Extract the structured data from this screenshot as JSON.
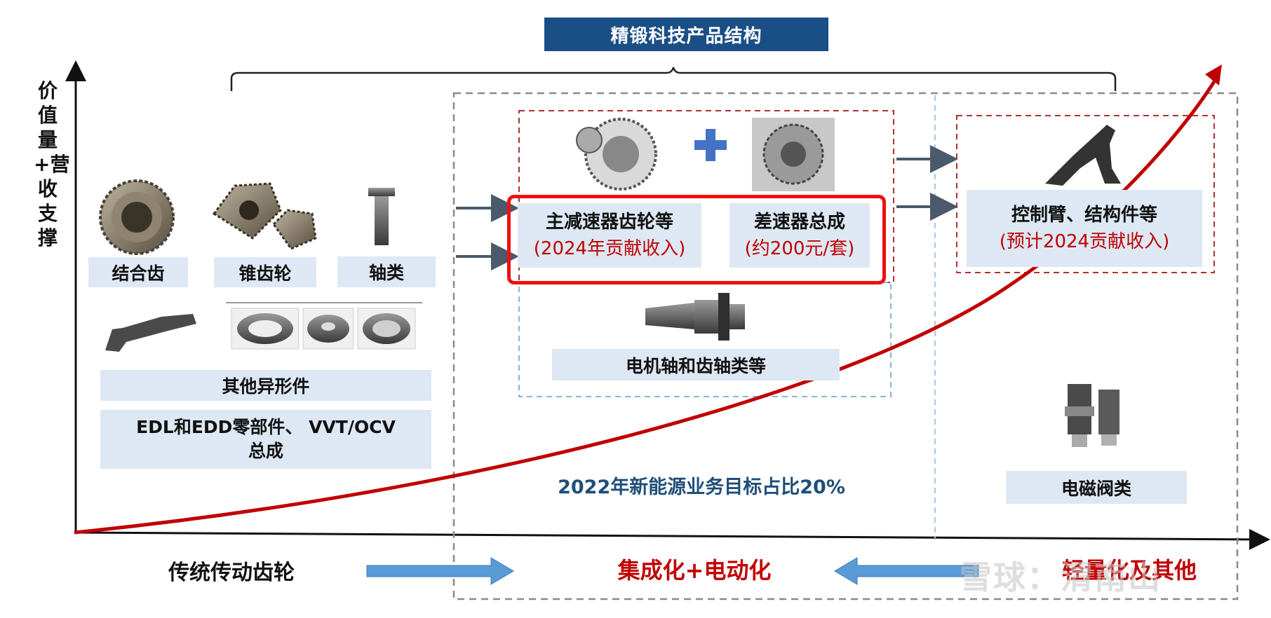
{
  "title": "精锻科技产品结构",
  "y_axis_label": "价值量+营收支撑",
  "left_products": {
    "jiehechi": "结合齿",
    "zhuichilun": "锥齿轮",
    "zhoulei": "轴类",
    "other_shaped": "其他异形件",
    "edl_line1": "EDL和EDD零部件、 VVT/OCV",
    "edl_line2": "总成"
  },
  "center_products": {
    "main_reducer": "主减速器齿轮等",
    "main_reducer_note": "(2024年贡献收入)",
    "differential": "差速器总成",
    "differential_note": "(约200元/套)",
    "motor_shaft": "电机轴和齿轴类等",
    "target": "2022年新能源业务目标占比20%"
  },
  "right_products": {
    "control_arm": "控制臂、结构件等",
    "control_arm_note": "(预计2024贡献收入)",
    "solenoid": "电磁阀类"
  },
  "bottom_labels": {
    "traditional": "传统传动齿轮",
    "integration": "集成化+电动化",
    "lightweight": "轻量化及其他"
  },
  "watermark": "雪球：渭南山",
  "colors": {
    "title_bg": "#1a4f86",
    "label_bg": "#dde8f4",
    "highlight_red": "#ee1111",
    "curve_red": "#c00000",
    "arrow_blue": "#4f8fd0",
    "target_text": "#1f4e79"
  }
}
